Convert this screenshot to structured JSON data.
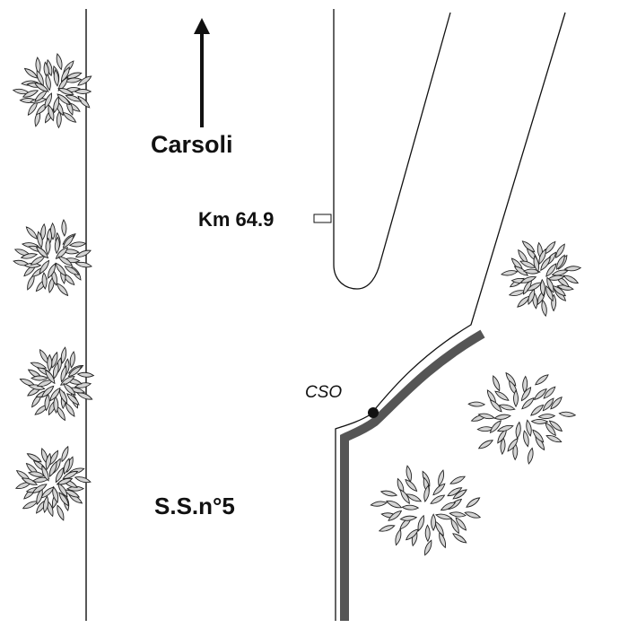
{
  "labels": {
    "direction": "Carsoli",
    "kilometer": "Km 64.9",
    "station": "CSO",
    "road": "S.S.n°5"
  },
  "icons": {
    "direction_arrow": "arrow-up-icon",
    "kilometer_marker": "milestone-icon",
    "station_point": "dot-icon",
    "trees": "tree-icon"
  },
  "colors": {
    "lines": "#111111",
    "barrier": "#555555",
    "foliage_fill": "#d4d4d4",
    "background": "#ffffff"
  }
}
